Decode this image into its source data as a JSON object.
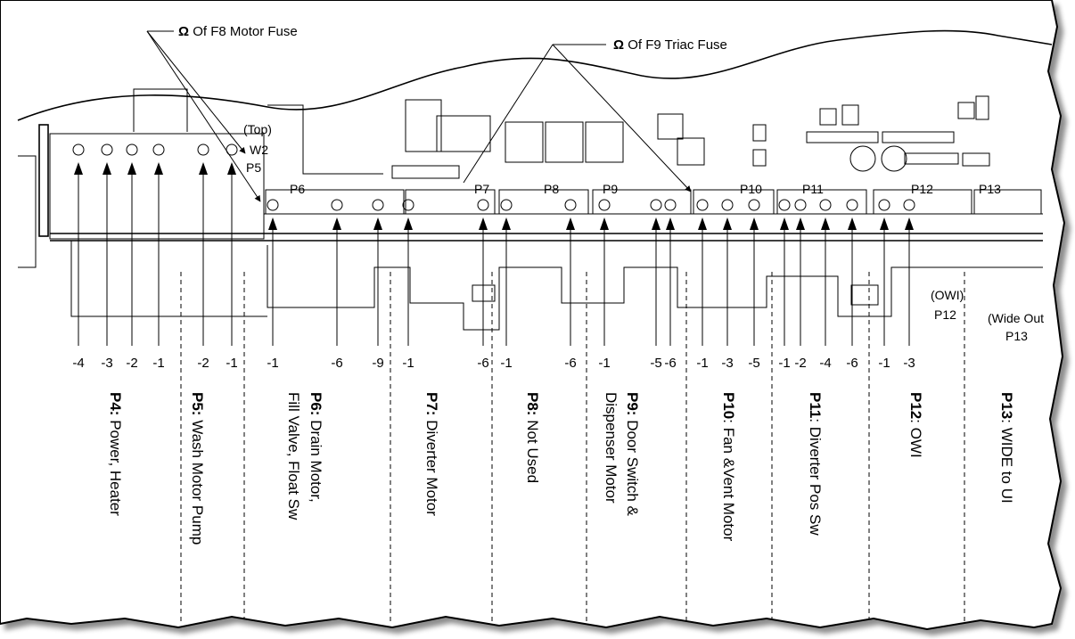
{
  "callouts": {
    "ohm_symbol": "Ω",
    "f8": "Of F8 Motor Fuse",
    "f9": "Of F9 Triac Fuse"
  },
  "labels": {
    "top": "(Top)",
    "w2": "W2",
    "p5": "P5",
    "owi_a": "(OWI)",
    "owi_b": "P12",
    "wide_a": "(Wide Out",
    "wide_b": "P13"
  },
  "connector_labels": [
    "P6",
    "P7",
    "P8",
    "P9",
    "P10",
    "P11",
    "P12",
    "P13"
  ],
  "pin_numbers": [
    "-4",
    "-3",
    "-2",
    "-1",
    "-2",
    "-1",
    "-1",
    "-6",
    "-9",
    "-1",
    "-6",
    "-1",
    "-6",
    "-1",
    "-5",
    "-6",
    "-1",
    "-3",
    "-5",
    "-1",
    "-2",
    "-4",
    "-6",
    "-1",
    "-3"
  ],
  "connectors": [
    {
      "id": "P4:",
      "line1": " Power, Heater",
      "line2": ""
    },
    {
      "id": "P5:",
      "line1": " Wash Motor Pump",
      "line2": ""
    },
    {
      "id": "P6:",
      "line1": " Drain Motor,",
      "line2": "Fill Valve, Float Sw"
    },
    {
      "id": "P7:",
      "line1": " Diverter Motor",
      "line2": ""
    },
    {
      "id": "P8:",
      "line1": " Not Used",
      "line2": ""
    },
    {
      "id": "P9:",
      "line1": " Door Switch &",
      "line2": "Dispenser Motor"
    },
    {
      "id": "P10",
      "line1": ": Fan &Vent Motor",
      "line2": ""
    },
    {
      "id": "P11",
      "line1": ": Diverter Pos Sw",
      "line2": ""
    },
    {
      "id": "P12",
      "line1": ": OWI",
      "line2": ""
    },
    {
      "id": "P13",
      "line1": ": WIDE to UI",
      "line2": ""
    }
  ]
}
